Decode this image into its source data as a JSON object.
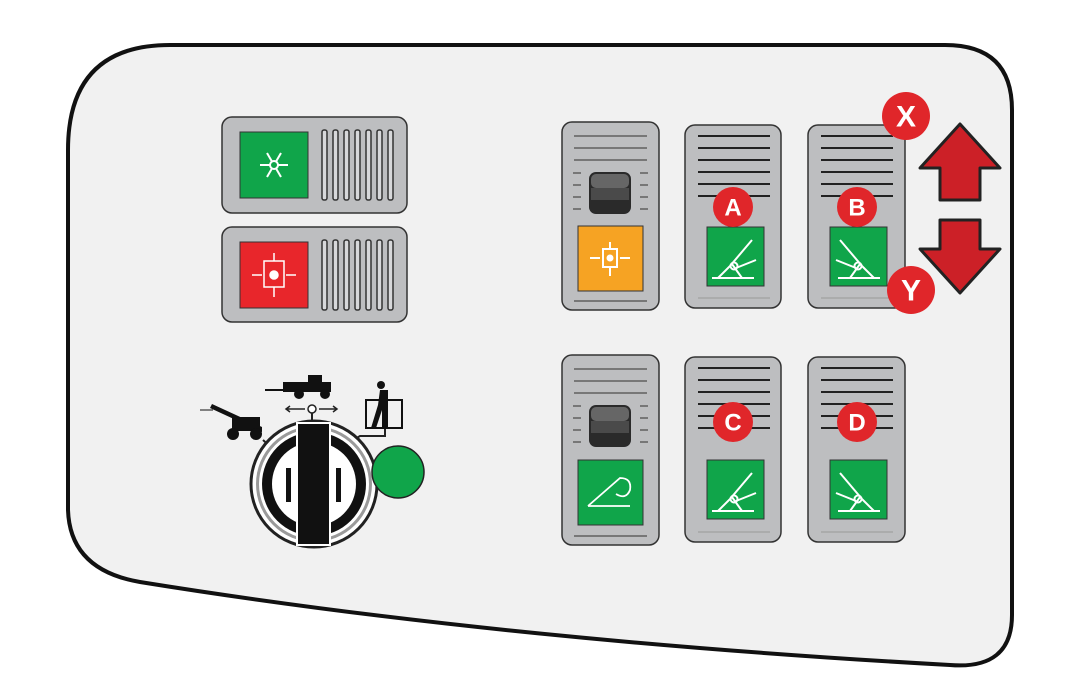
{
  "panel": {
    "callouts": {
      "a": "A",
      "b": "B",
      "c": "C",
      "d": "D",
      "x": "X",
      "y": "Y"
    },
    "colors": {
      "panel_bg": "#f1f1f1",
      "switch_gray": "#bdbec0",
      "indicator_green": "#10a54a",
      "indicator_red": "#e8262b",
      "indicator_orange": "#f6a323",
      "callout_red": "#e0262a",
      "arrow_red": "#cc2027"
    },
    "icons": {
      "rocker_top": "snowflake-icon",
      "rocker_bottom": "hydraulic-filter-icon",
      "switch_orange": "hydraulic-pressure-icon",
      "switch_bottom_left": "float-mode-icon",
      "switches_green": "attachment-tilt-icon",
      "arrow_up": "arrow-up-icon",
      "arrow_down": "arrow-down-icon",
      "selector_left": "telehandler-boom-raised-icon",
      "selector_center": "telehandler-icon",
      "selector_right": "aerial-platform-icon"
    }
  }
}
